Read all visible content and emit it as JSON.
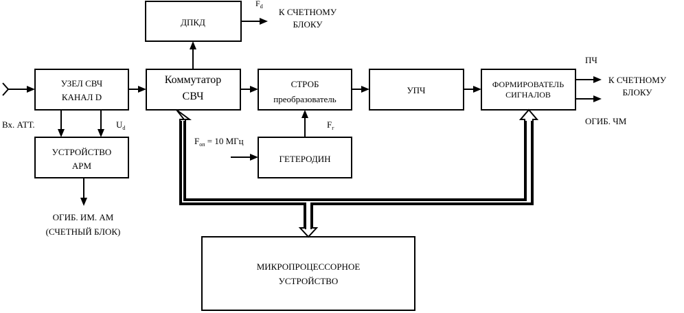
{
  "blocks": {
    "dpkd": "ДПКД",
    "uzel_svch_1": "УЗЕЛ СВЧ",
    "uzel_svch_2": "КАНАЛ D",
    "kommutator_1": "Коммутатор",
    "kommutator_2": "СВЧ",
    "strob_1": "СТРОБ",
    "strob_2": "преобразователь",
    "upch": "УПЧ",
    "formirovatel_1": "ФОРМИРОВАТЕЛЬ",
    "formirovatel_2": "СИГНАЛОВ",
    "ustroistvo_arm_1": "УСТРОЙСТВО",
    "ustroistvo_arm_2": "АРМ",
    "geterodin": "ГЕТЕРОДИН",
    "mikroprocessor_1": "МИКРОПРОЦЕССОРНОЕ",
    "mikroprocessor_2": "УСТРОЙСТВО"
  },
  "labels": {
    "fd_main": "F",
    "fd_sub": "d",
    "k_schetnomu_top_1": "К СЧЕТНОМУ",
    "k_schetnomu_top_2": "БЛОКУ",
    "pch": "ПЧ",
    "k_schetnomu_right_1": "К СЧЕТНОМУ",
    "k_schetnomu_right_2": "БЛОКУ",
    "ogib_chm": "ОГИБ. ЧМ",
    "vx_att": "Вх. АТТ.",
    "ud_main": "U",
    "ud_sub": "d",
    "fop_main": "F",
    "fop_sub": "оп",
    "fop_value": " = 10 МГц",
    "fg_main": "F",
    "fg_sub": "г",
    "ogib_im_am": "ОГИБ. ИМ. АМ",
    "schetny_blok": "(СЧЕТНЫЙ БЛОК)"
  }
}
